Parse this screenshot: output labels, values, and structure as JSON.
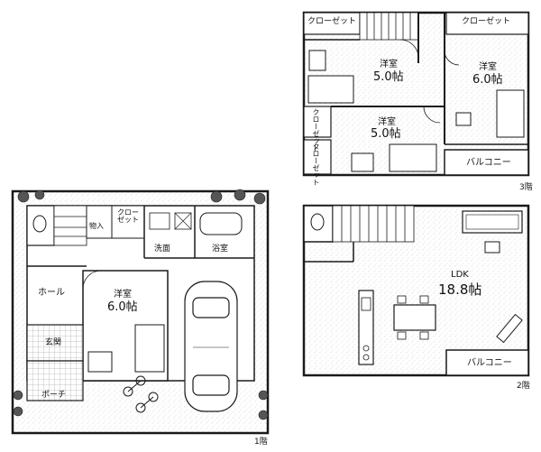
{
  "floors": {
    "f1": {
      "floor_label": "1階",
      "rooms": {
        "storage": "物入",
        "closet": "クローゼット",
        "washroom": "洗面",
        "bathroom": "浴室",
        "hall": "ホール",
        "bedroom_name": "洋室",
        "bedroom_size": "6.0帖",
        "entrance": "玄関",
        "porch": "ポーチ"
      }
    },
    "f2": {
      "floor_label": "2階",
      "rooms": {
        "ldk_name": "LDK",
        "ldk_size": "18.8帖",
        "balcony": "バルコニー"
      }
    },
    "f3": {
      "floor_label": "3階",
      "rooms": {
        "closet_a": "クローゼット",
        "closet_b": "クローゼット",
        "closet_c": "クローゼット",
        "closet_d": "クローゼット",
        "bedroom_a_name": "洋室",
        "bedroom_a_size": "5.0帖",
        "bedroom_b_name": "洋室",
        "bedroom_b_size": "6.0帖",
        "bedroom_c_name": "洋室",
        "bedroom_c_size": "5.0帖",
        "balcony": "バルコニー"
      }
    }
  },
  "colors": {
    "wall": "#1a1a1a",
    "speckle": "#d0d0d0",
    "tree": "#3a3a3a",
    "background": "#ffffff"
  }
}
